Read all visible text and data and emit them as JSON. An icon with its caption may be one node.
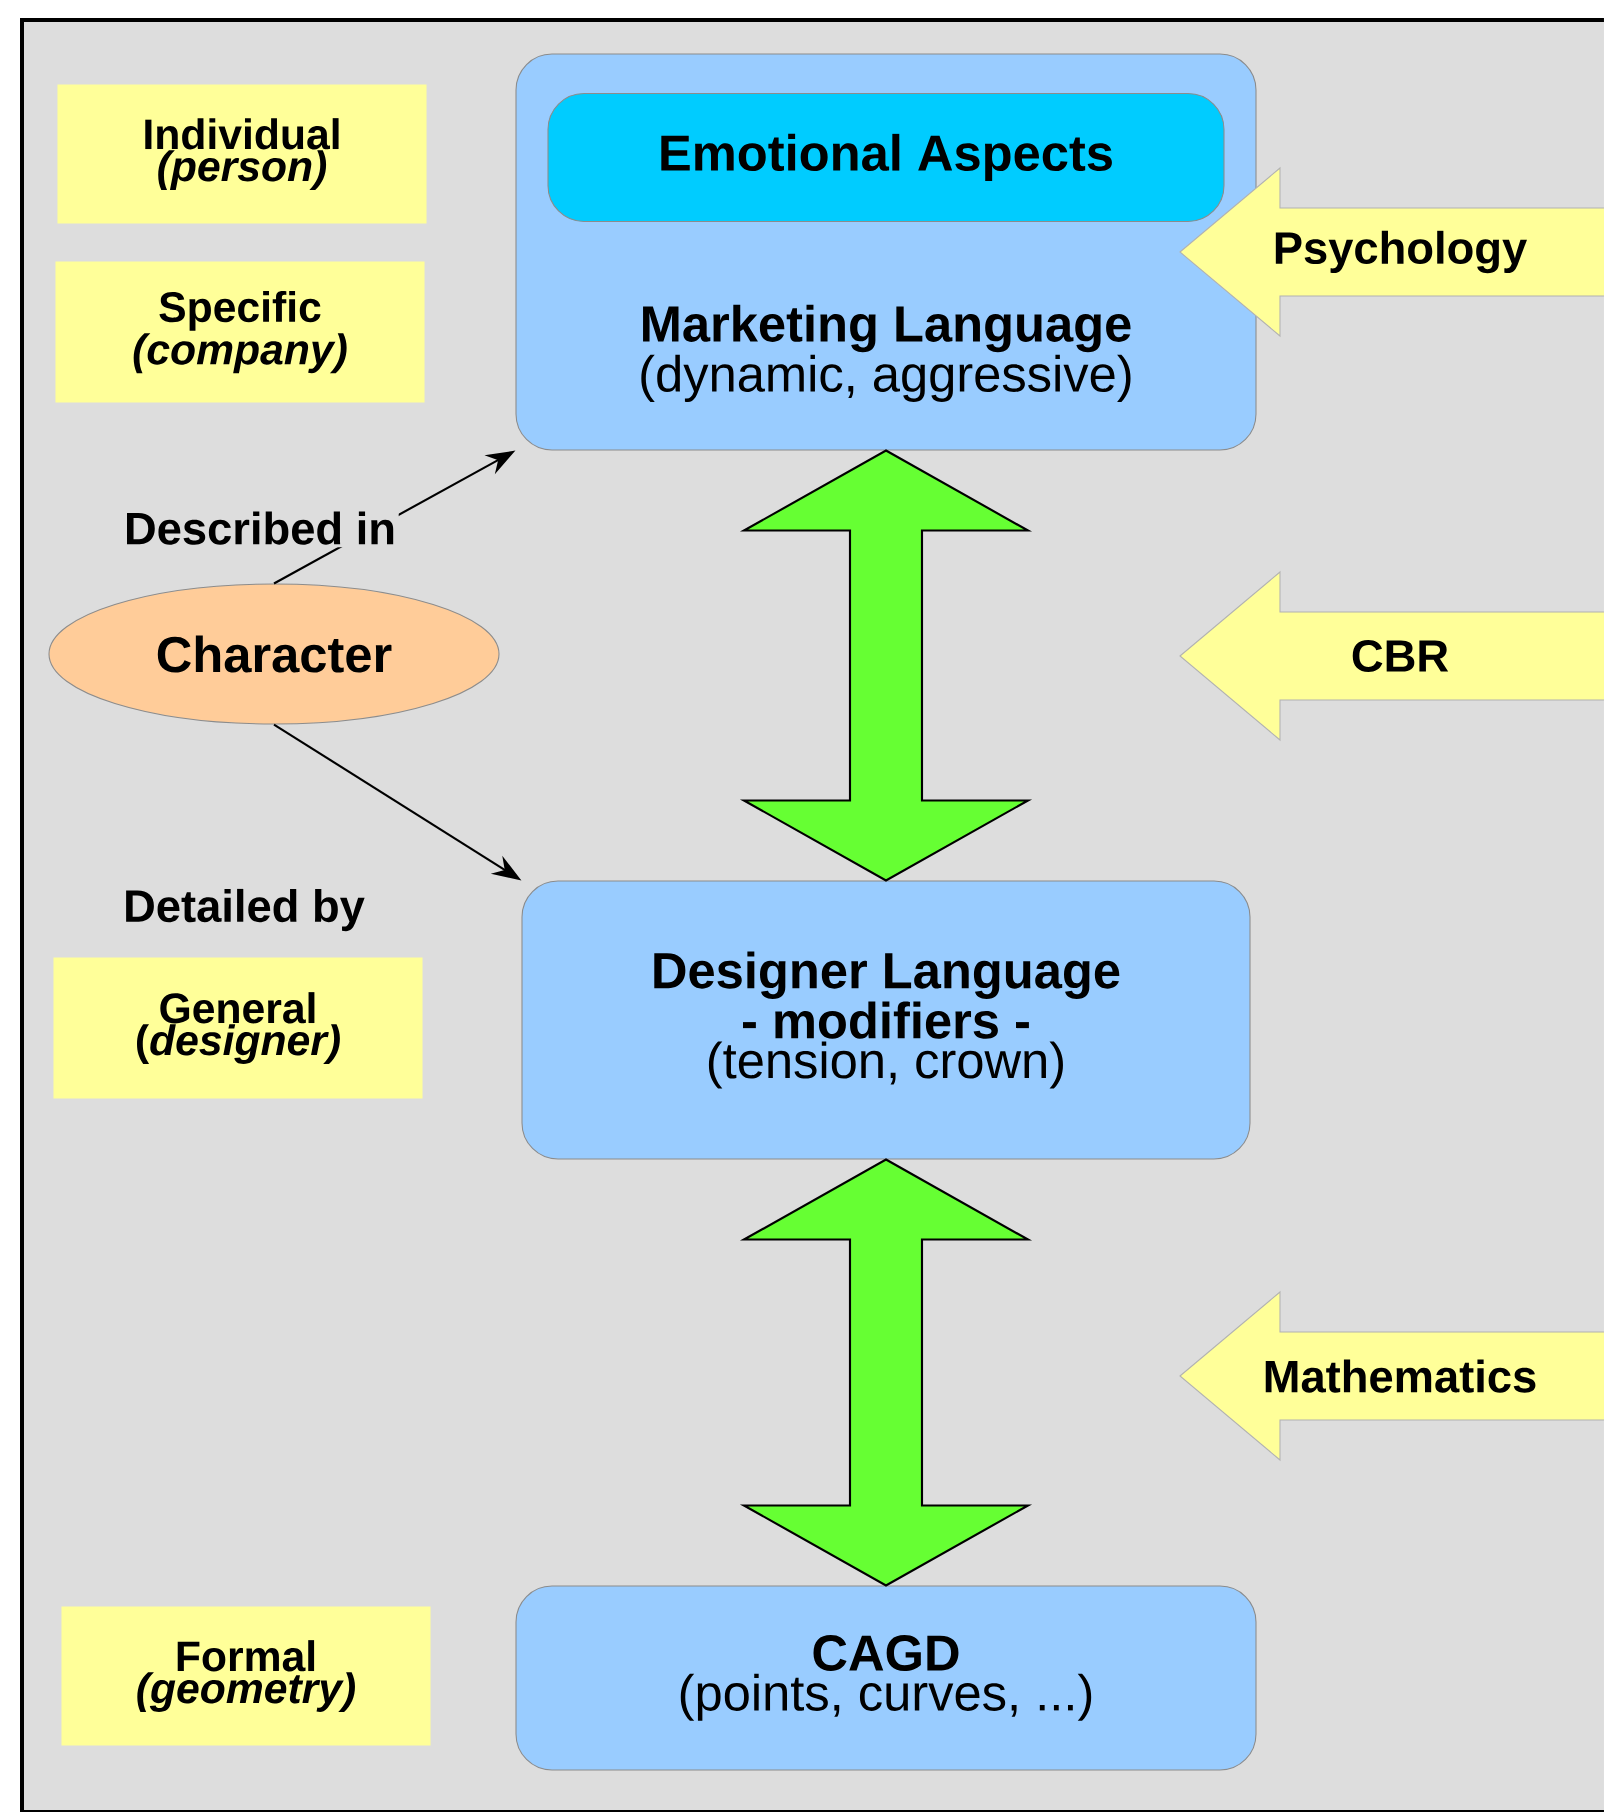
{
  "diagram": {
    "nodes": [
      {
        "text": [
          "Marketing Language",
          "(dynamic, aggressive)"
        ]
      },
      {
        "text": [
          "Emotional Aspects"
        ],
        "in": 0
      },
      {
        "text": [
          "Designer Language",
          "- modifiers -",
          "(tension, crown)"
        ]
      },
      {
        "text": [
          "CAGD",
          "(points, curves, ...)"
        ]
      },
      {
        "text": [
          "Character"
        ]
      },
      {
        "text": [
          "Individual",
          "*(person)*"
        ]
      },
      {
        "text": [
          "Specific",
          "*(company)*"
        ]
      },
      {
        "text": [
          "General",
          "(*designer)*"
        ]
      },
      {
        "text": [
          "Formal",
          "*(geometry)*"
        ]
      },
      {
        "text": [
          "Psychology"
        ]
      },
      {
        "text": [
          "CBR"
        ]
      },
      {
        "text": [
          "Mathematics"
        ]
      }
    ],
    "edges": [
      {
        "from": 4,
        "to": 0,
        "arrow": "to",
        "label": "Described in"
      },
      {
        "from": 4,
        "to": 2,
        "arrow": "to",
        "label": "Detailed by"
      },
      {
        "from": 0,
        "to": 2,
        "arrow": "both",
        "style": "thick",
        "color": "#66ff33"
      },
      {
        "from": 2,
        "to": 3,
        "arrow": "both",
        "style": "thick",
        "color": "#66ff33"
      }
    ]
  }
}
